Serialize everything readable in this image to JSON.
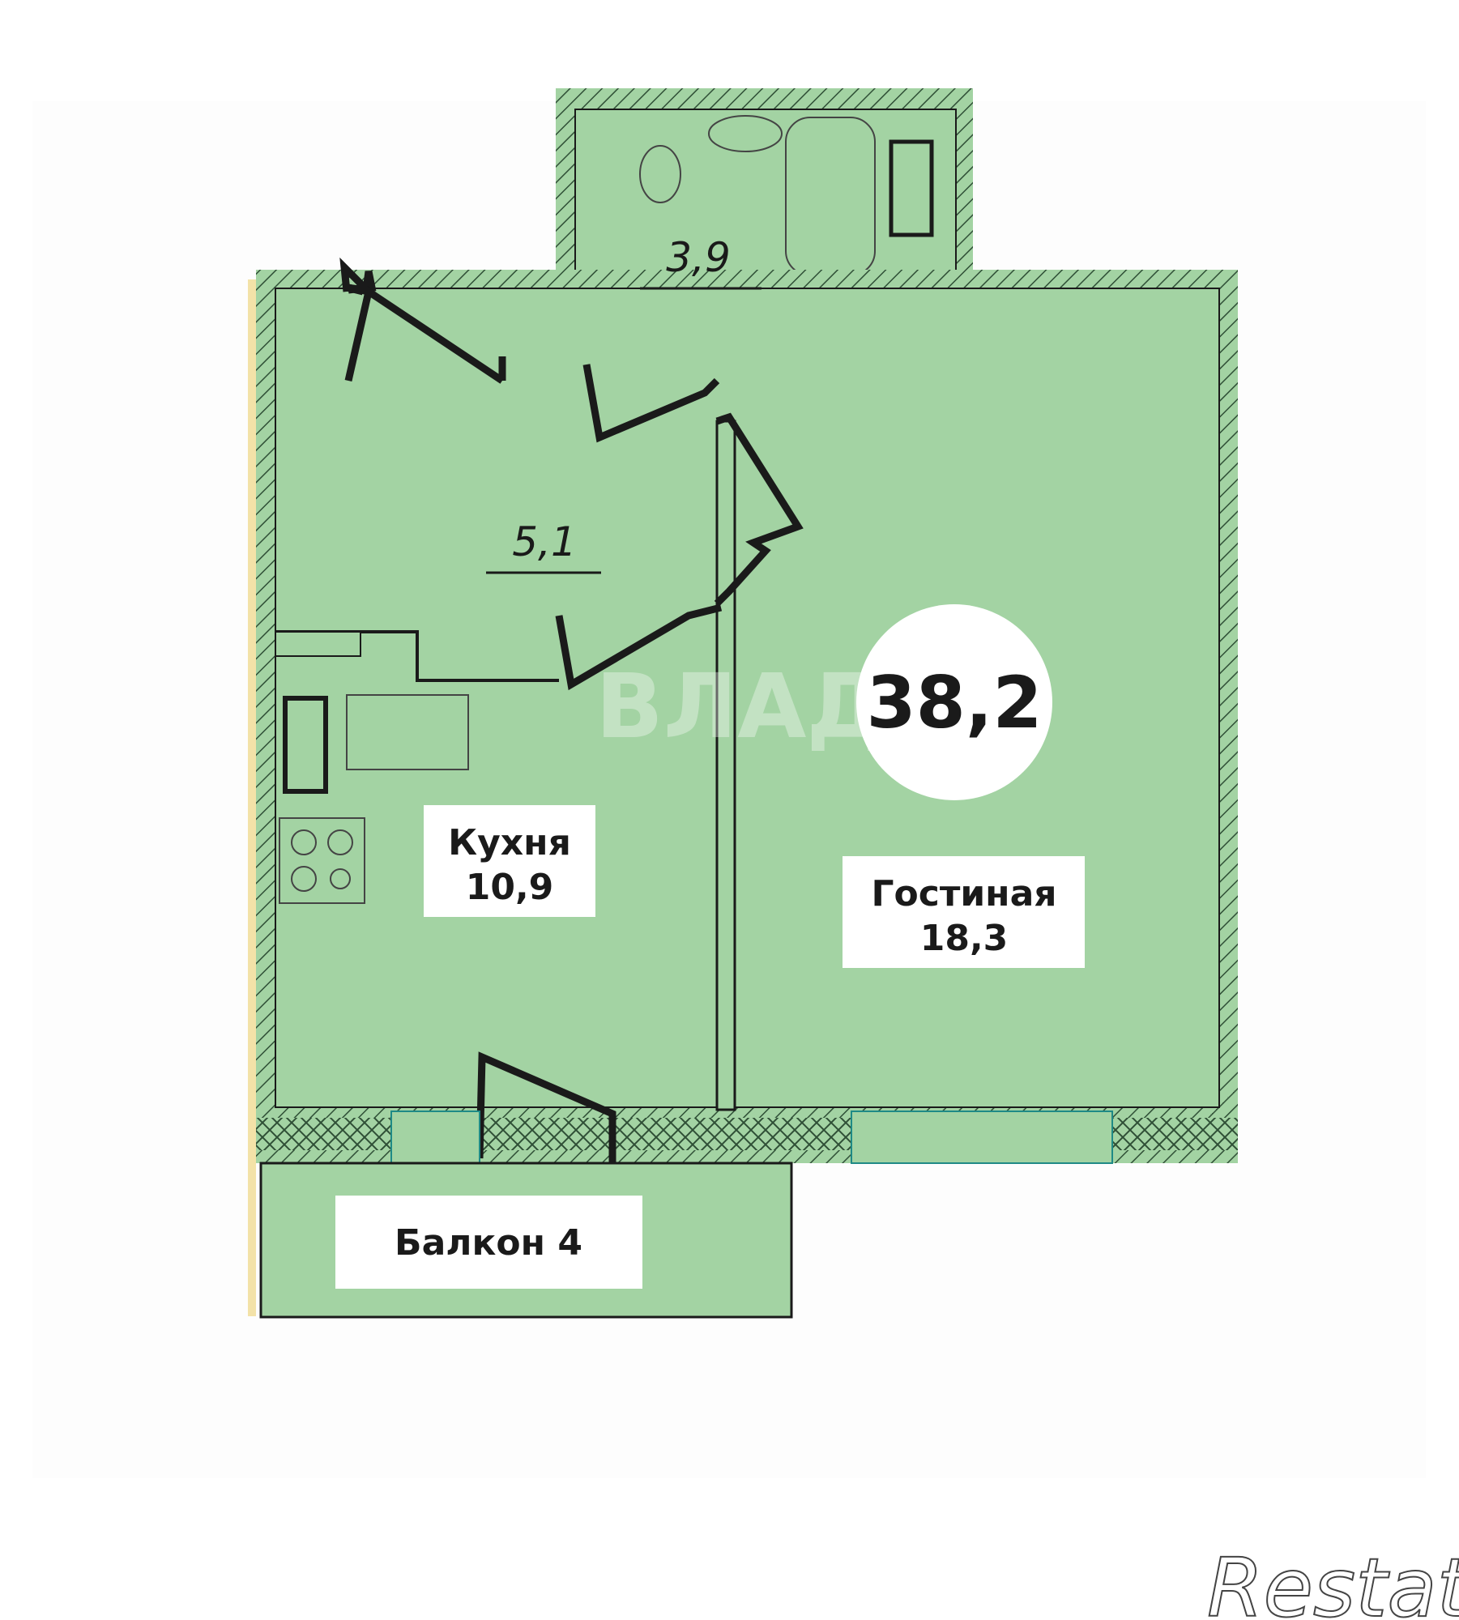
{
  "plan": {
    "total_area": "38,2",
    "rooms": [
      {
        "name": "",
        "area": "3,9"
      },
      {
        "name": "",
        "area": "5,1"
      },
      {
        "name": "Кухня",
        "area": "10,9"
      },
      {
        "name": "Гостиная",
        "area": "18,3"
      },
      {
        "name": "Балкон 4",
        "area": ""
      }
    ],
    "watermark": "ВЛАДИС",
    "logo": "Restate"
  },
  "colors": {
    "floor": "#a3d3a3",
    "wall_hatch": "#5f8f68",
    "window": "#1f8a86",
    "outline": "#1a1a1a",
    "exterior_strip": "#f3e2a8"
  }
}
